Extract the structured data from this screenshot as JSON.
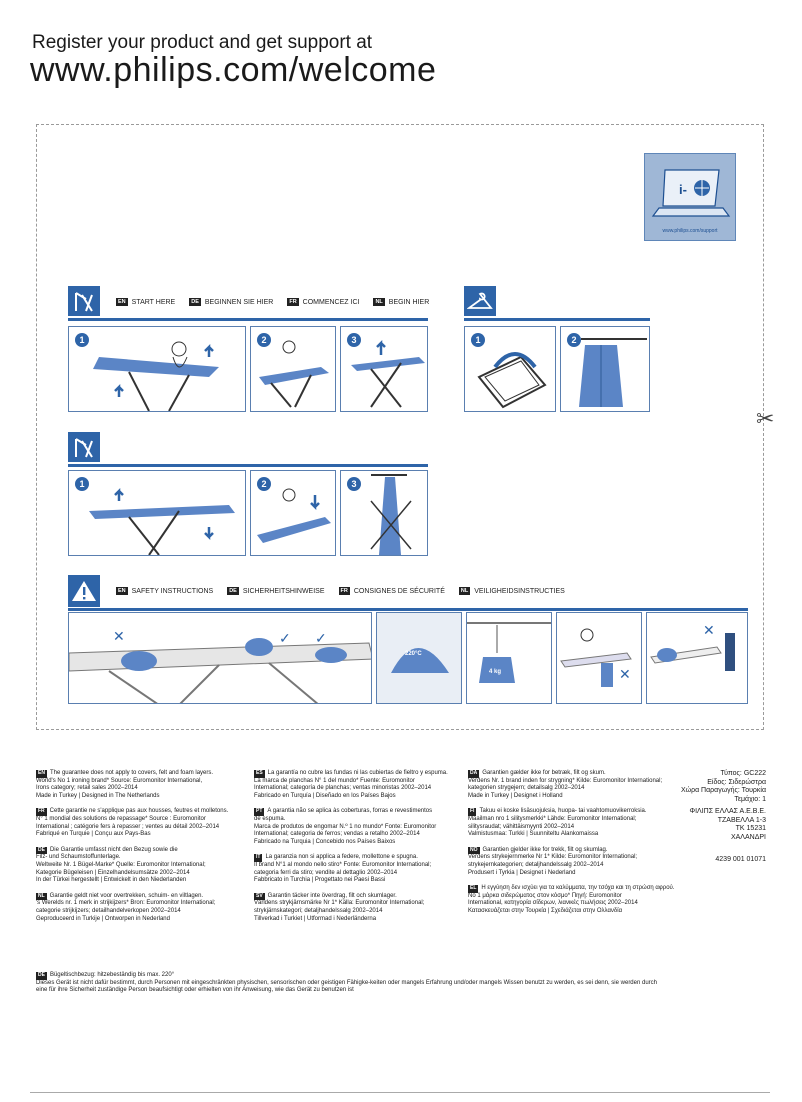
{
  "header": {
    "line1": "Register your product and get support at",
    "line2": "www.philips.com/welcome"
  },
  "promo": {
    "url": "www.philips.com/support",
    "icon": "laptop-info-icon"
  },
  "start_section": {
    "languages": [
      {
        "code": "EN",
        "label": "START HERE"
      },
      {
        "code": "DE",
        "label": "BEGINNEN SIE HIER"
      },
      {
        "code": "FR",
        "label": "COMMENCEZ ICI"
      },
      {
        "code": "NL",
        "label": "BEGIN HIER"
      }
    ],
    "steps": [
      "1",
      "2",
      "3"
    ],
    "hanger_steps": [
      "1",
      "2"
    ]
  },
  "fold_section": {
    "steps": [
      "1",
      "2",
      "3"
    ]
  },
  "safety_section": {
    "languages": [
      {
        "code": "EN",
        "label": "SAFETY INSTRUCTIONS"
      },
      {
        "code": "DE",
        "label": "SICHERHEITSHINWEISE"
      },
      {
        "code": "FR",
        "label": "CONSIGNES DE SÉCURITÉ"
      },
      {
        "code": "NL",
        "label": "VEILIGHEIDSINSTRUCTIES"
      }
    ],
    "weight_label": "4 kg",
    "max_temp_label": "220°C"
  },
  "guarantees": {
    "col1": [
      {
        "code": "EN",
        "lines": [
          "The guarantee does not apply to covers, felt and foam layers.",
          "World's No 1 ironing brand* Source: Euromonitor International,",
          "Irons category; retail sales 2002–2014",
          "Made in Turkey | Designed in The Netherlands"
        ]
      },
      {
        "code": "FR",
        "lines": [
          "Cette garantie ne s'applique pas aux housses, feutres et molletons.",
          "N° 1 mondial des solutions de repassage* Source : Euromonitor",
          "International ; catégorie fers à repasser ; ventes au détail 2002–2014",
          "Fabriqué en Turquie | Conçu aux Pays-Bas"
        ]
      },
      {
        "code": "DE",
        "lines": [
          "Die Garantie umfasst nicht den Bezug sowie die",
          "Filz- und Schaumstoffunterlage.",
          "Weltweite Nr. 1 Bügel-Marke* Quelle: Euromonitor International;",
          "Kategorie Bügeleisen | Einzelhandelsumsätze 2002–2014",
          "In der Türkei hergestellt | Entwickelt in den Niederlanden"
        ]
      },
      {
        "code": "NL",
        "lines": [
          "Garantie geldt niet voor overtrekken, schuim- en viltlagen.",
          "'s Werelds nr. 1 merk in strijkijzers* Bron: Euromonitor International;",
          "categorie strijkijzers; detailhandelverkopen 2002–2014",
          "Geproduceerd in Turkije | Ontworpen in Nederland"
        ]
      }
    ],
    "col2": [
      {
        "code": "ES",
        "lines": [
          "La garantía no cubre las fundas ni las cubiertas de fieltro y espuma.",
          "La marca de planchas N° 1 del mundo* Fuente: Euromonitor",
          "International; categoría de planchas; ventas minoristas 2002–2014",
          "Fabricado en Turquía | Diseñado en los Países Bajos"
        ]
      },
      {
        "code": "PT",
        "lines": [
          "A garantia não se aplica às coberturas, forras e revestimentos",
          "de espuma.",
          "Marca de produtos de engomar N.º 1 no mundo* Fonte: Euromonitor",
          "International; categoria de ferros; vendas a retalho 2002–2014",
          "Fabricado na Turquia | Concebido nos Países Baixos"
        ]
      },
      {
        "code": "IT",
        "lines": [
          "La garanzia non si applica a federe, mollettone e spugna.",
          "Il brand N°1 al mondo nello stiro* Fonte: Euromonitor International;",
          "categoria ferri da stiro; vendite al dettaglio 2002–2014",
          "Fabbricato in Turchia | Progettato nei Paesi Bassi"
        ]
      },
      {
        "code": "SV",
        "lines": [
          "Garantin täcker inte överdrag, filt och skumlager.",
          "Världens strykjärnsmärke Nr 1* Källa: Euromonitor International;",
          "strykjärnskategori; detaljhandelssalg 2002–2014",
          "Tillverkad i Turkiet | Utformad i Nederländerna"
        ]
      }
    ],
    "col3": [
      {
        "code": "DA",
        "lines": [
          "Garantien gælder ikke for betræk, filt og skum.",
          "Verdens Nr. 1 brand inden for strygning* Kilde: Euromonitor International;",
          "kategorien strygejern; detailsalg 2002–2014",
          "Made in Turkey | Designet i Holland"
        ]
      },
      {
        "code": "FI",
        "lines": [
          "Takuu ei koske lisäsuojuksia, huopa- tai vaahtomuovikerroksia.",
          "Maailman nro 1 silitysmerkki* Lähde: Euromonitor International;",
          "silitysraudat; vähittäismyynti 2002–2014",
          "Valmistusmaa: Turkki | Suunniteltu Alankomaissa"
        ]
      },
      {
        "code": "NO",
        "lines": [
          "Garantien gjelder ikke for trekk, filt og skumlag.",
          "Verdens strykejernmerke Nr 1* Kilde: Euromonitor International;",
          "strykejernkategorien; detaljhandelssalg 2002–2014",
          "Produsert i Tyrkia | Designet i Nederland"
        ]
      },
      {
        "code": "EL",
        "lines": [
          "Η εγγύηση δεν ισχύει για τα καλύμματα, την τσόχα και τη στρώση αφρού.",
          "Νο 1 μάρκα σιδερώματος στον κόσμο* Πηγή: Euromonitor",
          "International, κατηγορία σίδερων, λιανικές πωλήσεις 2002–2014",
          "Κατασκευάζεται στην Τουρκία | Σχεδιάζεται στην Ολλανδία"
        ]
      }
    ],
    "de_note": {
      "code": "DE",
      "lines": [
        "Bügeltischbezug: hitzebeständig bis max. 220°",
        "Dieses Gerät ist nicht dafür bestimmt, durch Personen mit eingeschränkten physischen, sensorischen oder geistigen Fähigke-keiten oder mangels Erfahrung und/oder mangels Wissen benutzt zu werden, es sei denn, sie werden durch",
        "eine für ihre Sicherheit zuständige Person beaufsichtigt oder erhielten von ihr Anweisung, wie das Gerät zu benutzen ist"
      ]
    }
  },
  "right_info": {
    "model_lines": [
      "Τύπος: GC222",
      "Είδος: Σιδερώστρα",
      "Χώρα Παραγωγής: Τουρκία",
      "Τεμάχιο: 1"
    ],
    "importer_lines": [
      "ΦΙΛΙΠΣ ΕΛΛΑΣ Α.Ε.Β.Ε.",
      "ΤΖΑΒΕΛΛΑ 1-3",
      "ΤΚ 15231",
      "ΧΑΛΑΝΔΡΙ"
    ],
    "code": "4239 001 01071"
  },
  "colors": {
    "brand_blue": "#2e64a8",
    "panel_bg": "#9fb7d6"
  }
}
